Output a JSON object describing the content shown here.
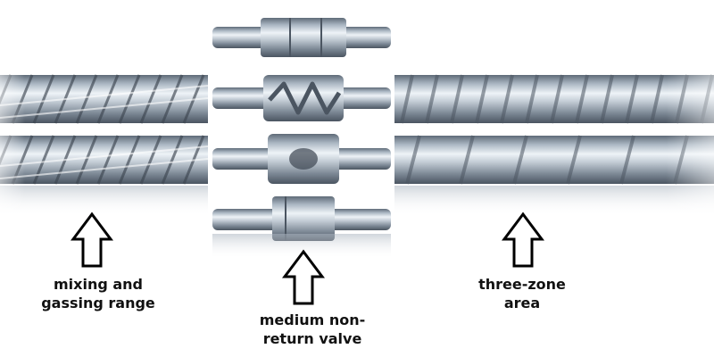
{
  "figure": {
    "labels": {
      "mixing": [
        "mixing and",
        "gassing range"
      ],
      "valve": [
        "medium non-",
        "return valve"
      ],
      "three_zone": [
        "three-zone",
        "area"
      ]
    },
    "colors": {
      "arrow_stroke": "#000000",
      "arrow_fill": "#ffffff",
      "label_text": "#111111",
      "steel_dark": "#5f6b78",
      "steel_mid": "#aab6c2",
      "steel_light": "#eef3f7"
    }
  }
}
